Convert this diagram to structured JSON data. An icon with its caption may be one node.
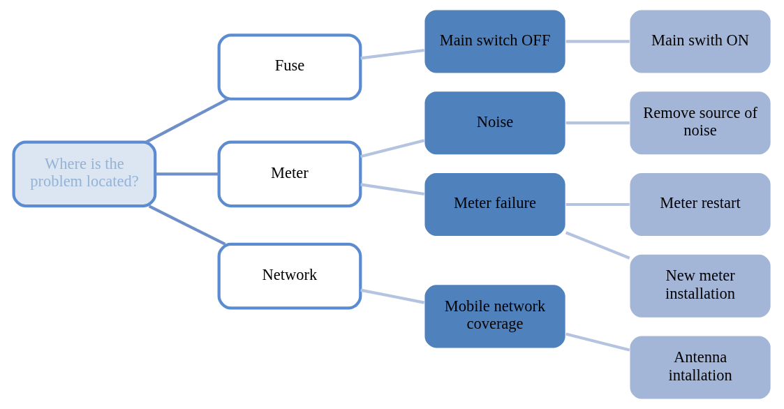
{
  "diagram": {
    "nodes": [
      {
        "text": [
          "Where is the problem located?"
        ]
      },
      {
        "text": [
          "Fuse"
        ]
      },
      {
        "text": [
          "Meter"
        ]
      },
      {
        "text": [
          "Network"
        ]
      },
      {
        "text": [
          "Main switch OFF"
        ]
      },
      {
        "text": [
          "Noise"
        ]
      },
      {
        "text": [
          "Meter failure"
        ]
      },
      {
        "text": [
          "Mobile network coverage"
        ]
      },
      {
        "text": [
          "Main swith ON"
        ]
      },
      {
        "text": [
          "Remove source of noise"
        ]
      },
      {
        "text": [
          "Meter restart"
        ]
      },
      {
        "text": [
          "New meter installation"
        ]
      },
      {
        "text": [
          "Antenna intallation"
        ]
      }
    ],
    "edges": [
      {
        "from": 0,
        "to": 1,
        "arrow": "none",
        "color": "#6f8fc9"
      },
      {
        "from": 0,
        "to": 2,
        "arrow": "none",
        "color": "#6f8fc9"
      },
      {
        "from": 0,
        "to": 3,
        "arrow": "none",
        "color": "#6f8fc9"
      },
      {
        "from": 1,
        "to": 4,
        "arrow": "none"
      },
      {
        "from": 2,
        "to": 5,
        "arrow": "none"
      },
      {
        "from": 2,
        "to": 6,
        "arrow": "none"
      },
      {
        "from": 3,
        "to": 7,
        "arrow": "none"
      },
      {
        "from": 4,
        "to": 8,
        "arrow": "none"
      },
      {
        "from": 5,
        "to": 9,
        "arrow": "none"
      },
      {
        "from": 6,
        "to": 10,
        "arrow": "none"
      },
      {
        "from": 6,
        "to": 11,
        "arrow": "none"
      },
      {
        "from": 7,
        "to": 12,
        "arrow": "none"
      }
    ]
  }
}
